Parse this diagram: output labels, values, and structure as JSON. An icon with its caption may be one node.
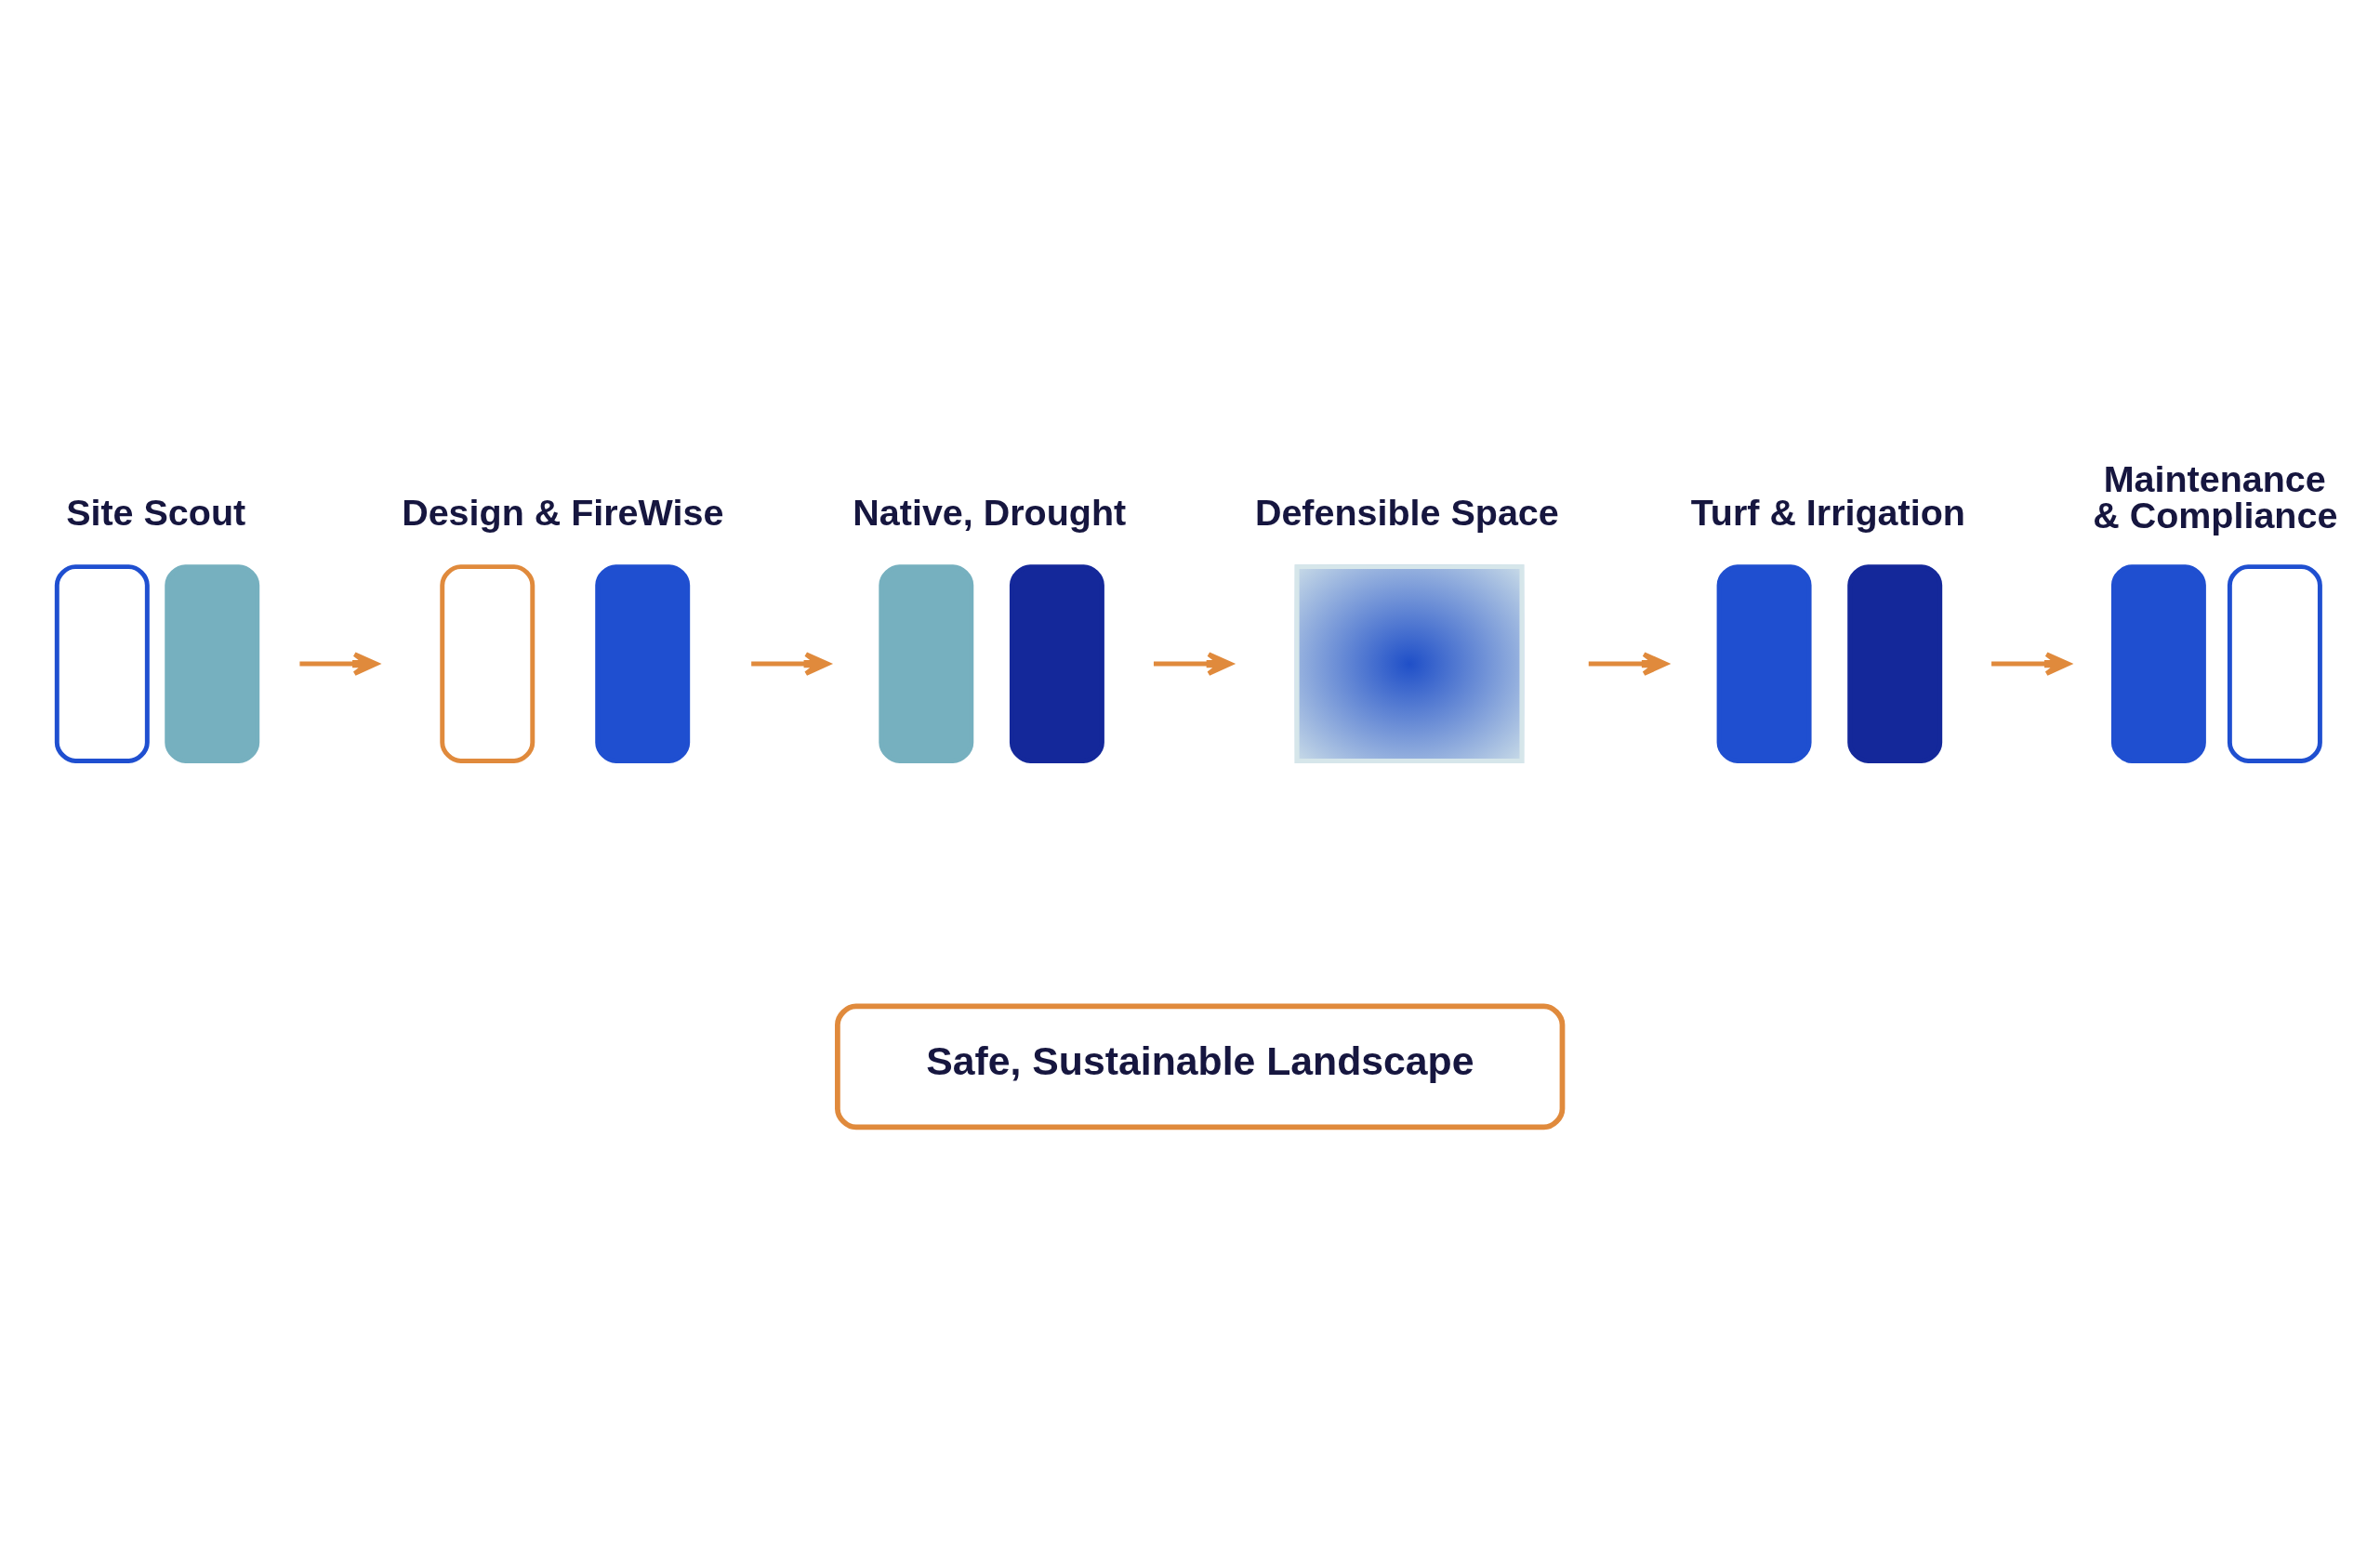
{
  "diagram": {
    "nodes": [
      {
        "text": [
          "Site Scout"
        ]
      },
      {
        "text": [
          "Design & FireWise"
        ]
      },
      {
        "text": [
          "Native, Drought"
        ]
      },
      {
        "text": [
          "Defensible Space"
        ]
      },
      {
        "text": [
          "Turf & Irrigation"
        ]
      },
      {
        "text": [
          "Maintenance & Compliance"
        ]
      },
      {
        "text": [
          "Safe, Sustainable Landscape"
        ]
      }
    ],
    "edges": [
      {
        "from": 0,
        "to": 1,
        "arrow": "to"
      },
      {
        "from": 1,
        "to": 2,
        "arrow": "to"
      },
      {
        "from": 2,
        "to": 3,
        "arrow": "to"
      },
      {
        "from": 3,
        "to": 4,
        "arrow": "to"
      },
      {
        "from": 4,
        "to": 5,
        "arrow": "to"
      }
    ]
  }
}
